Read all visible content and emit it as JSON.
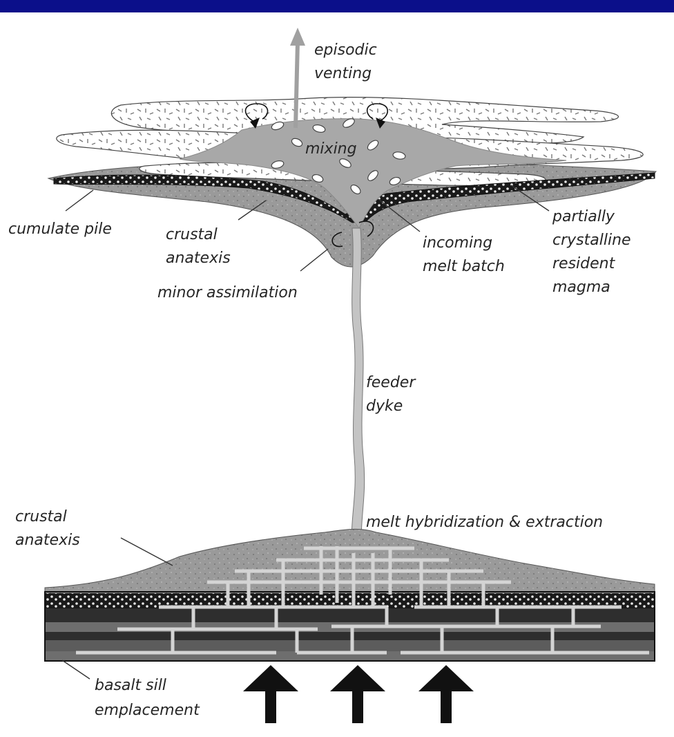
{
  "colors": {
    "frame_bar": "#0b0f8a",
    "melt": "#a8a8a8",
    "crust": "#9a9a9a",
    "cumulate": "#1a1a1a",
    "basalt_dark": "#2e2e2e",
    "basalt_mid": "#6e6e6e",
    "veins": "#cfcfcf",
    "arrows": "#111111"
  },
  "labels": {
    "episodic_venting_1": "episodic",
    "episodic_venting_2": "venting",
    "mixing": "mixing",
    "cumulate_pile": "cumulate pile",
    "crustal_anatexis_top_1": "crustal",
    "crustal_anatexis_top_2": "anatexis",
    "minor_assimilation": "minor assimilation",
    "incoming_melt_batch_1": "incoming",
    "incoming_melt_batch_2": "melt batch",
    "resident_magma_1": "partially",
    "resident_magma_2": "crystalline",
    "resident_magma_3": "resident",
    "resident_magma_4": "magma",
    "feeder_dyke_1": "feeder",
    "feeder_dyke_2": "dyke",
    "crustal_anatexis_bottom_1": "crustal",
    "crustal_anatexis_bottom_2": "anatexis",
    "melt_hybridization": "melt hybridization & extraction",
    "basalt_sill_1": "basalt sill",
    "basalt_sill_2": "emplacement"
  }
}
